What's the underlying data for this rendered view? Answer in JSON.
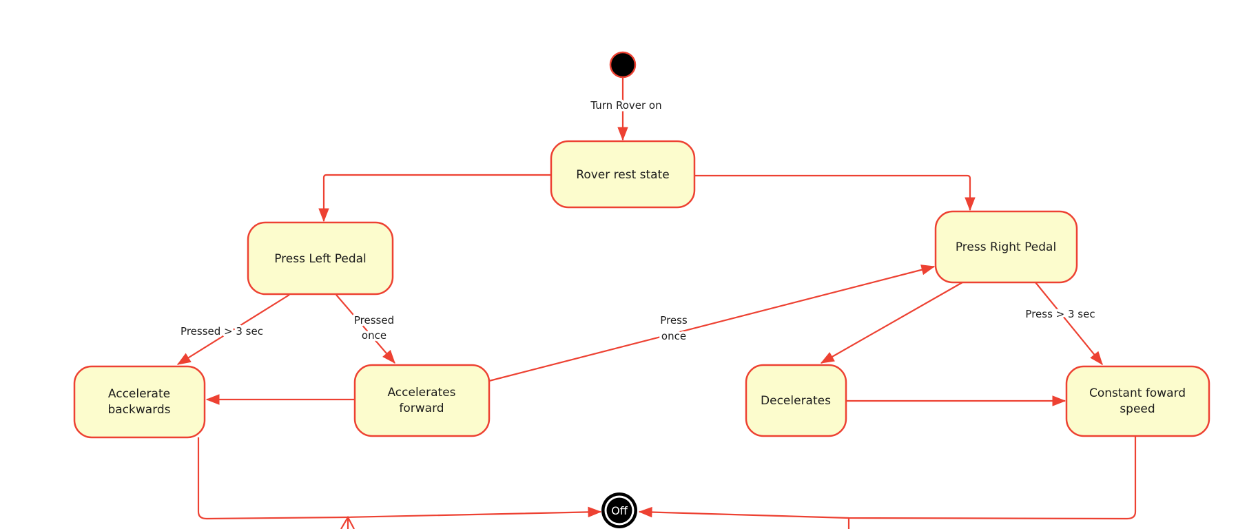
{
  "diagram": {
    "type": "uml-state-diagram",
    "background": "#ffffff",
    "colors": {
      "line": "#ed4132",
      "state_fill": "#fcfccd",
      "state_border": "#ed4132",
      "text": "#1c1c1c",
      "initial_state_fill": "#000000",
      "final_state_fill": "#000000",
      "final_state_text": "#ffffff"
    },
    "states": {
      "rover_rest": {
        "label": "Rover rest state"
      },
      "press_left": {
        "label": "Press Left Pedal"
      },
      "press_right": {
        "label": "Press Right Pedal"
      },
      "accelerate_backwards": {
        "line1": "Accelerate",
        "line2": "backwards"
      },
      "accelerates_forward": {
        "line1": "Accelerates",
        "line2": "forward"
      },
      "decelerates": {
        "label": "Decelerates"
      },
      "constant_forward": {
        "line1": "Constant foward",
        "line2": "speed"
      },
      "off": {
        "label": "Off"
      }
    },
    "transition_labels": {
      "turn_rover_on": {
        "label": "Turn Rover on"
      },
      "pressed_3_sec": {
        "label": "Pressed > 3 sec"
      },
      "pressed_once": {
        "line1": "Pressed",
        "line2": "once"
      },
      "press_once": {
        "line1": "Press",
        "line2": "once"
      },
      "press_3_sec": {
        "label": "Press > 3 sec"
      }
    }
  }
}
